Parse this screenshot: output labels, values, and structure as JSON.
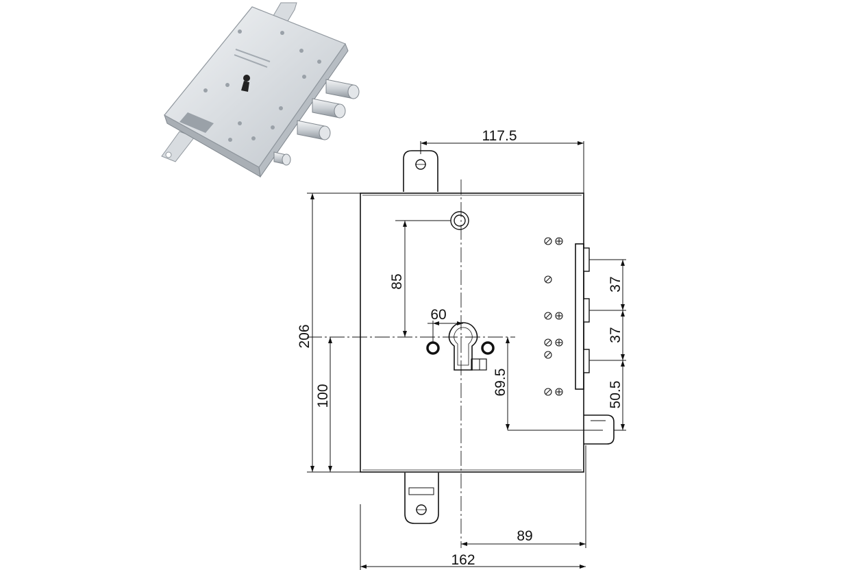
{
  "dimensions": {
    "top_width": "117.5",
    "overall_height": "206",
    "backset_to_top": "85",
    "cylinder_spacing": "60",
    "lower_height": "100",
    "latch_offset": "69.5",
    "bolt_spacing_1": "37",
    "bolt_spacing_2": "37",
    "bolt_to_latch": "50.5",
    "backset": "89",
    "overall_width": "162"
  },
  "colors": {
    "line": "#111111",
    "metal_light": "#e6e9ec",
    "metal_mid": "#c5cacf",
    "metal_dark": "#8f969d"
  }
}
